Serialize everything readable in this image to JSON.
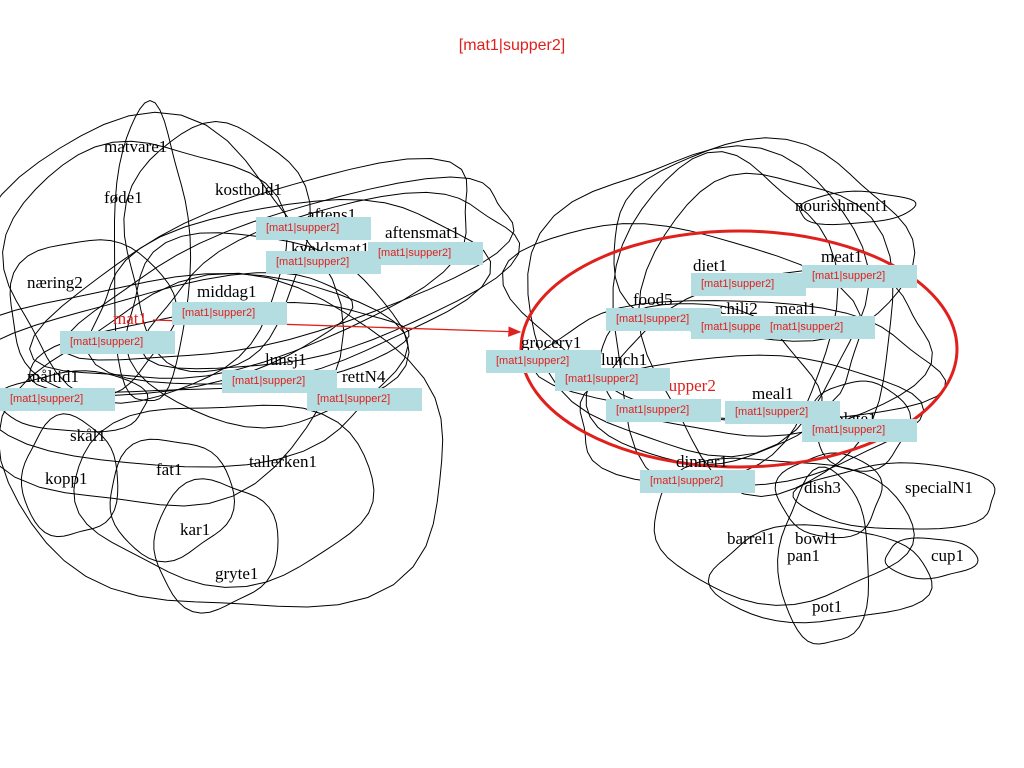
{
  "title": "[mat1|supper2]",
  "tag_text": "[mat1|supper2]",
  "colors": {
    "highlight": "#e0201c",
    "tag_fill": "#b4dde2",
    "line": "#000000"
  },
  "norwegian": {
    "words": [
      "matvare1",
      "føde1",
      "kosthold1",
      "aftens1",
      "aftensmat1",
      "kveldsmat1",
      "næring2",
      "middag1",
      "mat1",
      "lunsj1",
      "måltid1",
      "rettN4",
      "skål1",
      "kopp1",
      "fat1",
      "tallerken1",
      "kar1",
      "gryte1"
    ],
    "focus": "mat1"
  },
  "english": {
    "words": [
      "nourishment1",
      "meat1",
      "diet1",
      "food5",
      "chili2",
      "meal1",
      "grocery1",
      "lunch1",
      "supper2",
      "meal1",
      "plate1",
      "dinner1",
      "dish3",
      "specialN1",
      "barrel1",
      "bowl1",
      "pan1",
      "cup1",
      "pot1"
    ],
    "focus": "supper2"
  }
}
